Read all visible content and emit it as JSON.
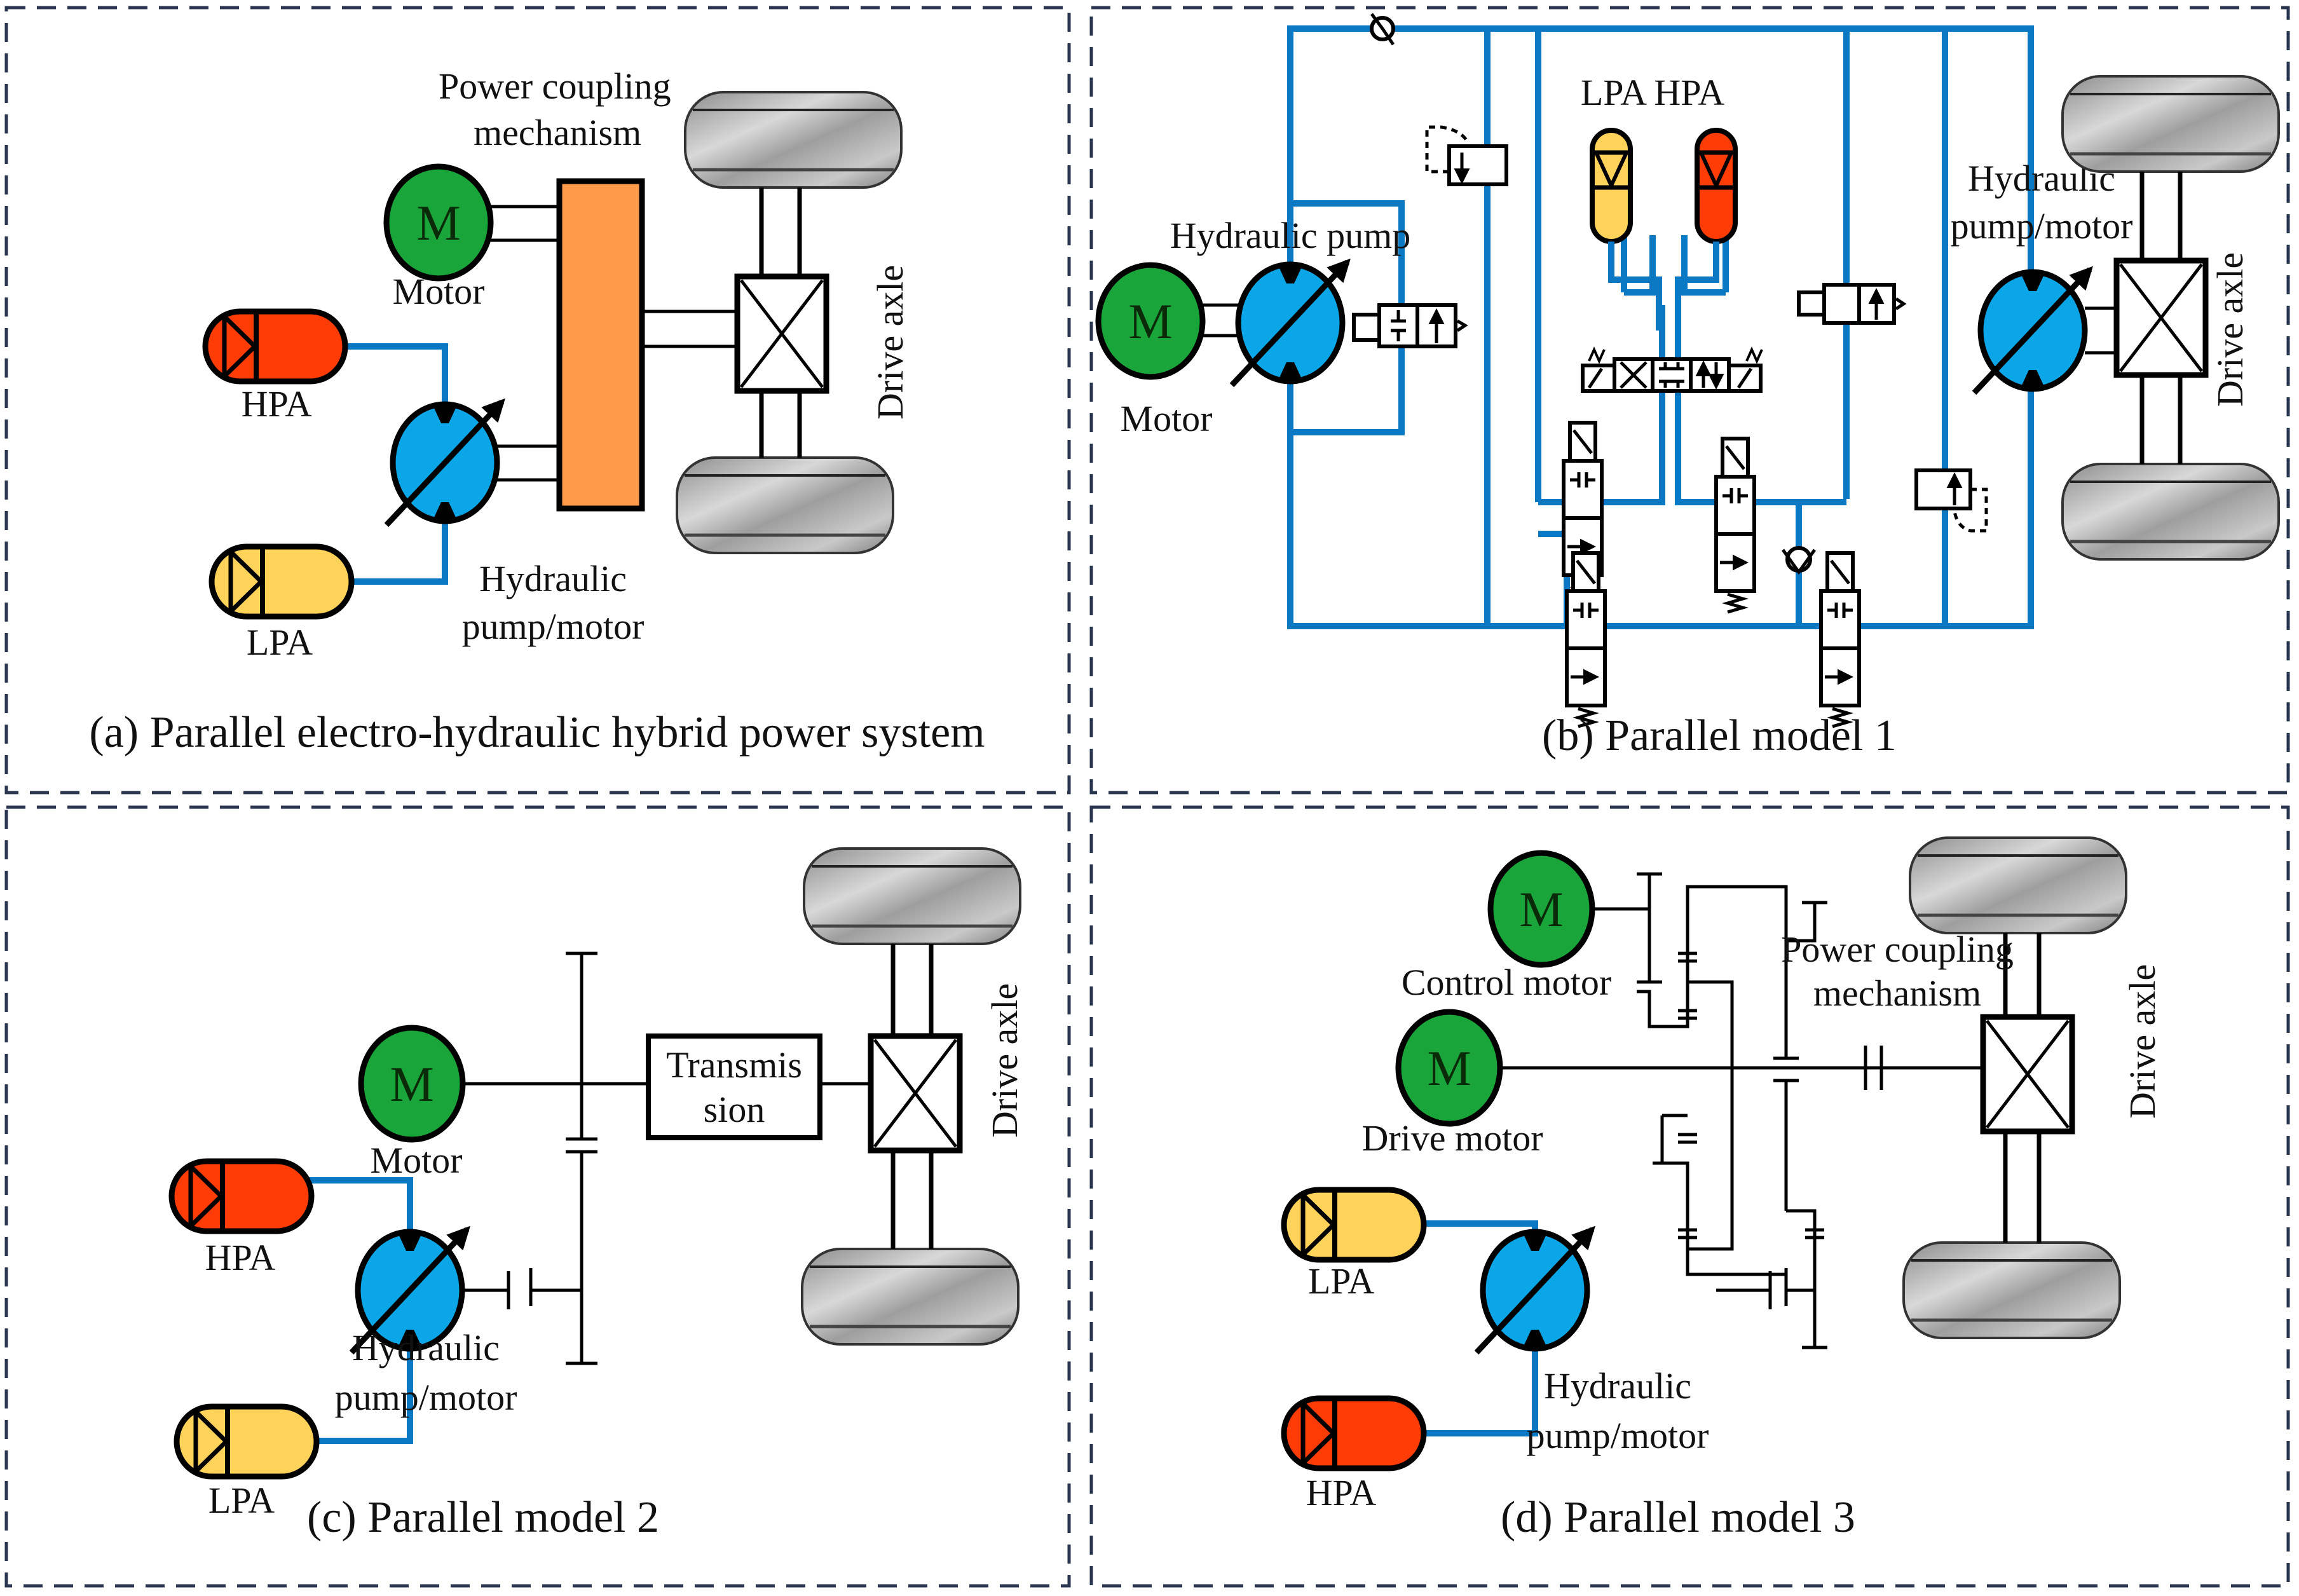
{
  "figure": {
    "colors": {
      "motor_green": "#1aa53a",
      "pump_blue": "#0aa6e8",
      "hpa_red": "#ff3c05",
      "lpa_yellow": "#ffd25a",
      "coupling_orange": "#ff9a4a",
      "pipe_blue": "#0a78c2",
      "frame_navy": "#2a3550",
      "wheel_gray": "#9a9a9a"
    },
    "panels": {
      "a": {
        "caption": "(a) Parallel electro-hydraulic hybrid power system",
        "labels": {
          "coupling_line1": "Power coupling",
          "coupling_line2": "mechanism",
          "motor_symbol": "M",
          "motor": "Motor",
          "hpa": "HPA",
          "lpa": "LPA",
          "pump_line1": "Hydraulic",
          "pump_line2": "pump/motor",
          "drive_axle": "Drive axle"
        }
      },
      "b": {
        "caption": "(b) Parallel model 1",
        "labels": {
          "lpa_hpa": "LPA HPA",
          "hydraulic_pump": "Hydraulic pump",
          "motor_symbol": "M",
          "motor": "Motor",
          "pm_line1": "Hydraulic",
          "pm_line2": "pump/motor",
          "drive_axle": "Drive axle"
        }
      },
      "c": {
        "caption": "(c) Parallel model 2",
        "labels": {
          "motor_symbol": "M",
          "motor": "Motor",
          "transmission_line1": "Transmis",
          "transmission_line2": "sion",
          "hpa": "HPA",
          "lpa": "LPA",
          "pump_line1": "Hydraulic",
          "pump_line2": "pump/motor",
          "drive_axle": "Drive axle"
        }
      },
      "d": {
        "caption": "(d) Parallel model 3",
        "labels": {
          "motor_symbol": "M",
          "control_motor": "Control motor",
          "drive_motor": "Drive motor",
          "coupling_line1": "Power coupling",
          "coupling_line2": "mechanism",
          "lpa": "LPA",
          "hpa": "HPA",
          "pump_line1": "Hydraulic",
          "pump_line2": "pump/motor",
          "drive_axle": "Drive axle"
        }
      }
    }
  }
}
